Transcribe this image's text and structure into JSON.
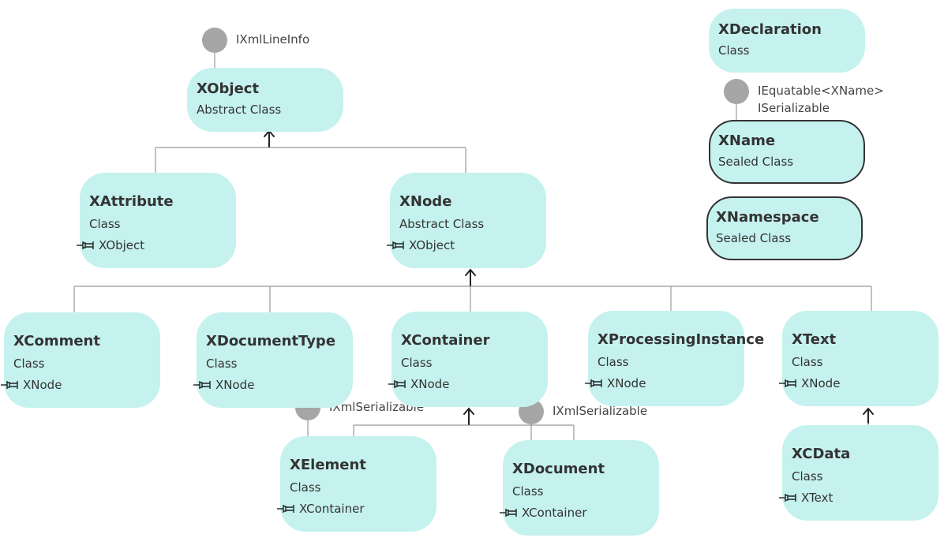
{
  "colors": {
    "box_fill": "#c5f2ee",
    "text": "#333333",
    "connector": "#999999",
    "lollipop": "#a6a6a6"
  },
  "icons": {
    "inheritance": "inheritance-pin-icon",
    "interface": "interface-lollipop-icon"
  },
  "classes": {
    "xobject": {
      "name": "XObject",
      "kind": "Abstract Class"
    },
    "xattribute": {
      "name": "XAttribute",
      "kind": "Class",
      "base": "XObject"
    },
    "xnode": {
      "name": "XNode",
      "kind": "Abstract Class",
      "base": "XObject"
    },
    "xcomment": {
      "name": "XComment",
      "kind": "Class",
      "base": "XNode"
    },
    "xdocumenttype": {
      "name": "XDocumentType",
      "kind": "Class",
      "base": "XNode"
    },
    "xcontainer": {
      "name": "XContainer",
      "kind": "Class",
      "base": "XNode"
    },
    "xprocessinginstance": {
      "name": "XProcessingInstance",
      "kind": "Class",
      "base": "XNode"
    },
    "xtext": {
      "name": "XText",
      "kind": "Class",
      "base": "XNode"
    },
    "xelement": {
      "name": "XElement",
      "kind": "Class",
      "base": "XContainer"
    },
    "xdocument": {
      "name": "XDocument",
      "kind": "Class",
      "base": "XContainer"
    },
    "xcdata": {
      "name": "XCData",
      "kind": "Class",
      "base": "XText"
    },
    "xdeclaration": {
      "name": "XDeclaration",
      "kind": "Class"
    },
    "xname": {
      "name": "XName",
      "kind": "Sealed Class"
    },
    "xnamespace": {
      "name": "XNamespace",
      "kind": "Sealed Class"
    }
  },
  "interfaces": {
    "xobject": "IXmlLineInfo",
    "xelement": "IXmlSerializable",
    "xdocument": "IXmlSerializable",
    "xname_1": "IEquatable<XName>",
    "xname_2": "ISerializable"
  }
}
